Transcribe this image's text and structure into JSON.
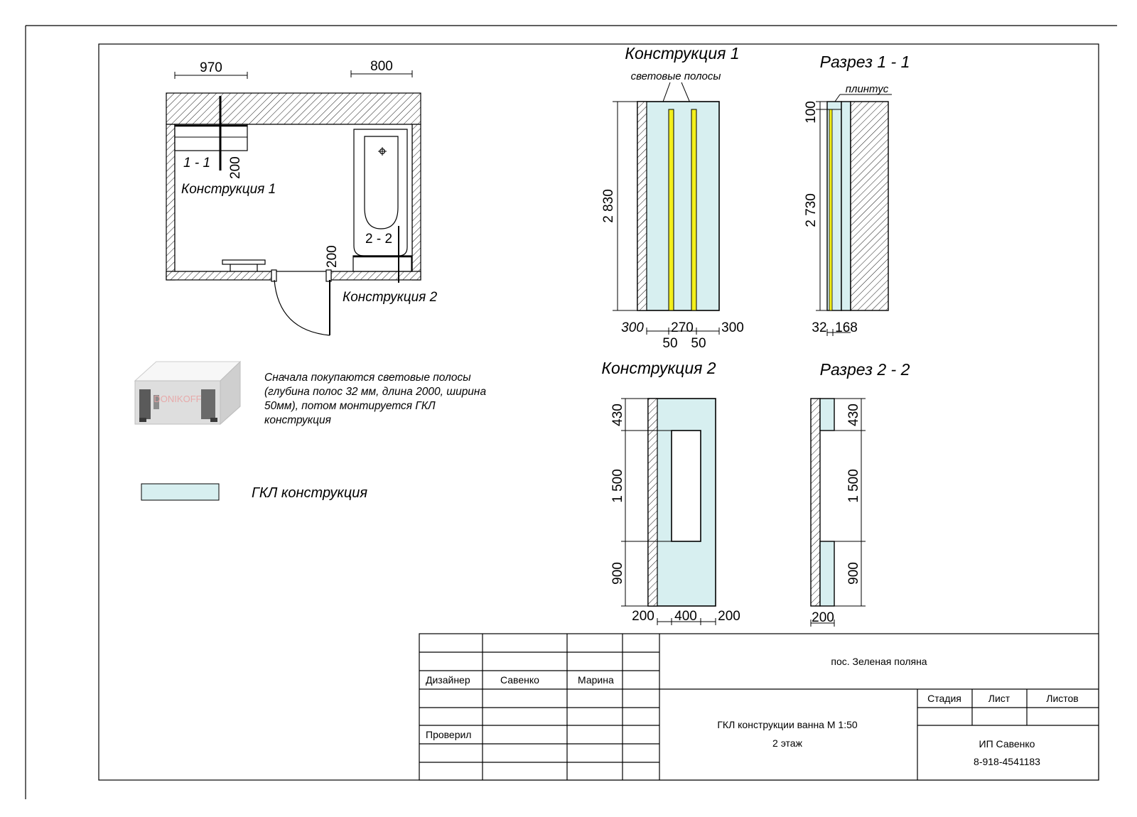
{
  "plan": {
    "dim_top_left": "970",
    "dim_top_right": "800",
    "section_1_label": "1 - 1",
    "section_1_dim": "200",
    "construction_1_label": "Конструкция 1",
    "section_2_label": "2 - 2",
    "section_2_dim": "200",
    "construction_2_label": "Конструкция 2"
  },
  "note": {
    "profile_watermark": "DONIKOFF",
    "lines": [
      "Сначала покупаются световые полосы",
      "(глубина полос 32 мм, длина 2000, ширина",
      "50мм), потом монтируется ГКЛ",
      "конструкция"
    ]
  },
  "legend": {
    "gkl_label": "ГКЛ конструкция",
    "gkl_color": "#d7eff0"
  },
  "construction1": {
    "title": "Конструкция 1",
    "strips_label": "световые полосы",
    "height": "2 830",
    "dim_left": "300",
    "dim_mid": "270",
    "dim_right": "300",
    "dim_strip_a": "50",
    "dim_strip_b": "50",
    "strip_color": "#f3ef1c"
  },
  "section11": {
    "title": "Разрез 1 - 1",
    "plinth_label": "плинтус",
    "dim_top": "100",
    "dim_height": "2 730",
    "dim_bottom": "32",
    "dim_bottom2": "168"
  },
  "construction2": {
    "title": "Конструкция 2",
    "dim_top": "430",
    "dim_mid": "1 500",
    "dim_bottom": "900",
    "dim_left": "200",
    "dim_center": "400",
    "dim_right": "200"
  },
  "section22": {
    "title": "Разрез 2 - 2",
    "dim_top": "430",
    "dim_mid": "1 500",
    "dim_bottom": "900",
    "dim_width": "200"
  },
  "titleblock": {
    "designer_role": "Дизайнер",
    "designer_surname": "Савенко",
    "designer_name": "Марина",
    "checked_role": "Проверил",
    "location": "пос. Зеленая поляна",
    "drawing_title": "ГКЛ конструкции  ванна  М 1:50",
    "floor": "2 этаж",
    "stage_header": "Стадия",
    "sheet_header": "Лист",
    "sheets_header": "Листов",
    "company": "ИП Савенко",
    "phone": "8-918-4541183"
  }
}
